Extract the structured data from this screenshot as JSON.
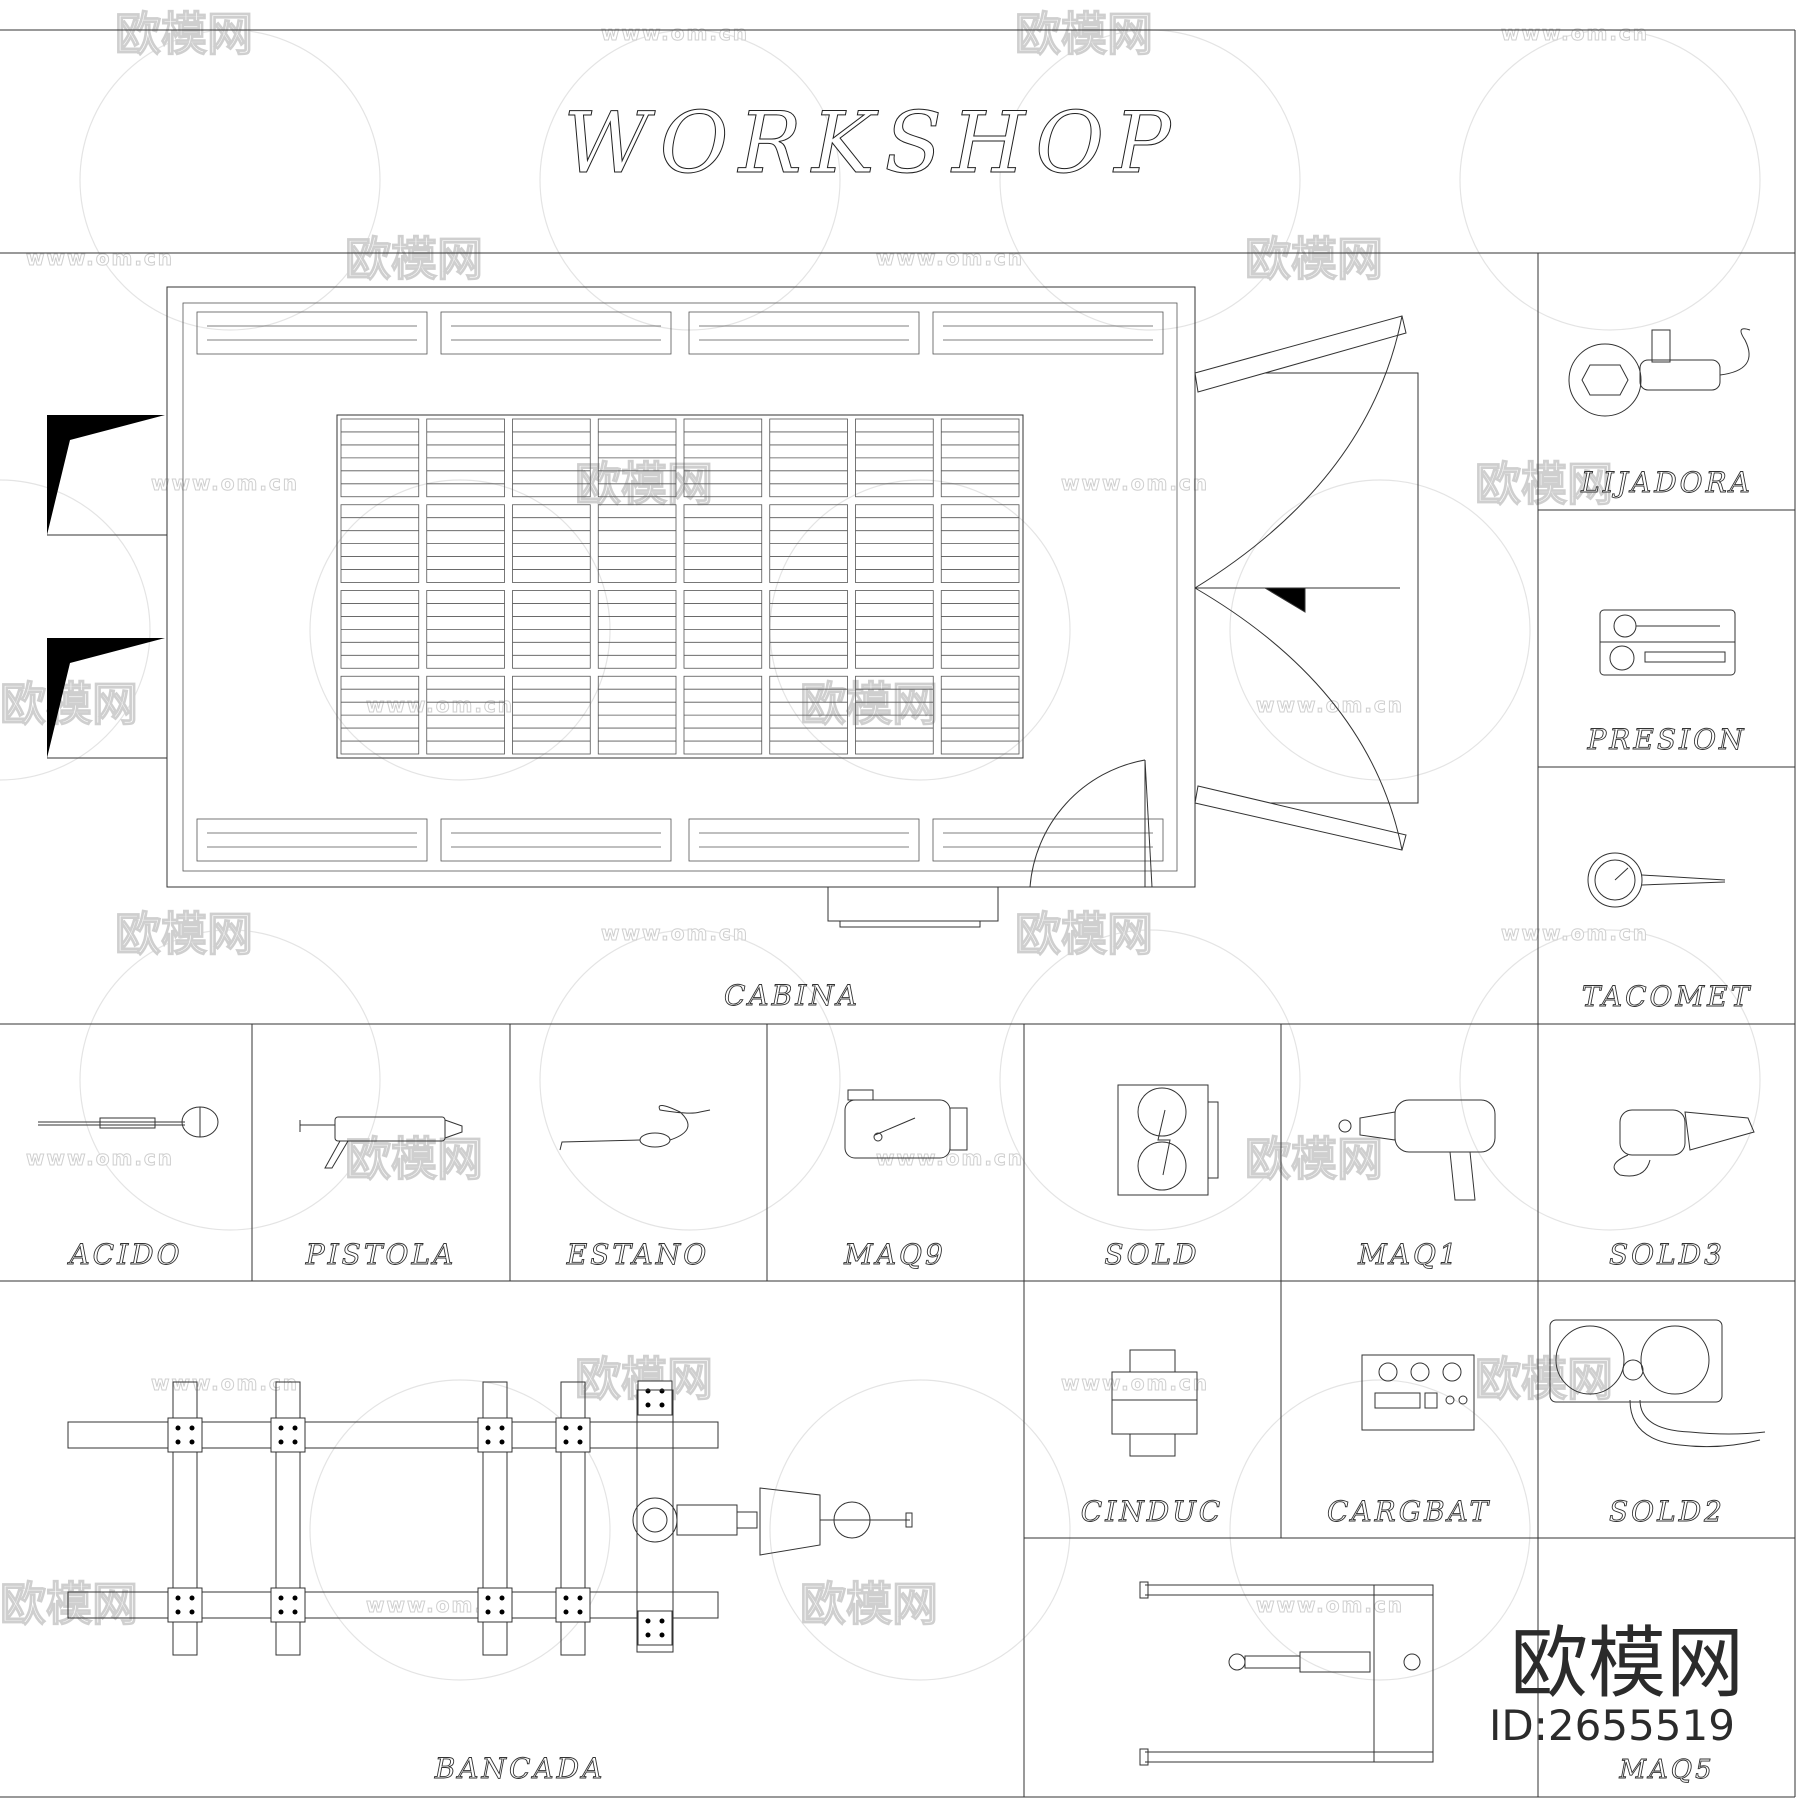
{
  "title": "WORKSHOP",
  "cabina_label": "CABINA",
  "side_tools": [
    {
      "label": "LIJADORA",
      "icon": "sander-icon"
    },
    {
      "label": "PRESION",
      "icon": "pressure-kit-icon"
    },
    {
      "label": "TACOMET",
      "icon": "tachometer-icon"
    }
  ],
  "row_tools": [
    {
      "label": "ACIDO",
      "icon": "acid-hydrometer-icon"
    },
    {
      "label": "PISTOLA",
      "icon": "grease-gun-icon"
    },
    {
      "label": "ESTANO",
      "icon": "soldering-iron-icon"
    },
    {
      "label": "MAQ9",
      "icon": "machine-9-icon"
    },
    {
      "label": "SOLD",
      "icon": "welder-icon"
    },
    {
      "label": "MAQ1",
      "icon": "machine-1-icon"
    },
    {
      "label": "SOLD3",
      "icon": "welder-3-icon"
    }
  ],
  "lower_tools": [
    {
      "label": "CINDUC",
      "icon": "induction-unit-icon"
    },
    {
      "label": "CARGBAT",
      "icon": "battery-charger-icon"
    },
    {
      "label": "SOLD2",
      "icon": "welder-2-icon"
    }
  ],
  "bancada_label": "BANCADA",
  "maq5_label": "MAQ5",
  "watermark": {
    "logo_text": "欧模网",
    "url_text": "www.om.cn"
  },
  "brand": {
    "name": "欧模网",
    "id": "ID:2655519"
  }
}
